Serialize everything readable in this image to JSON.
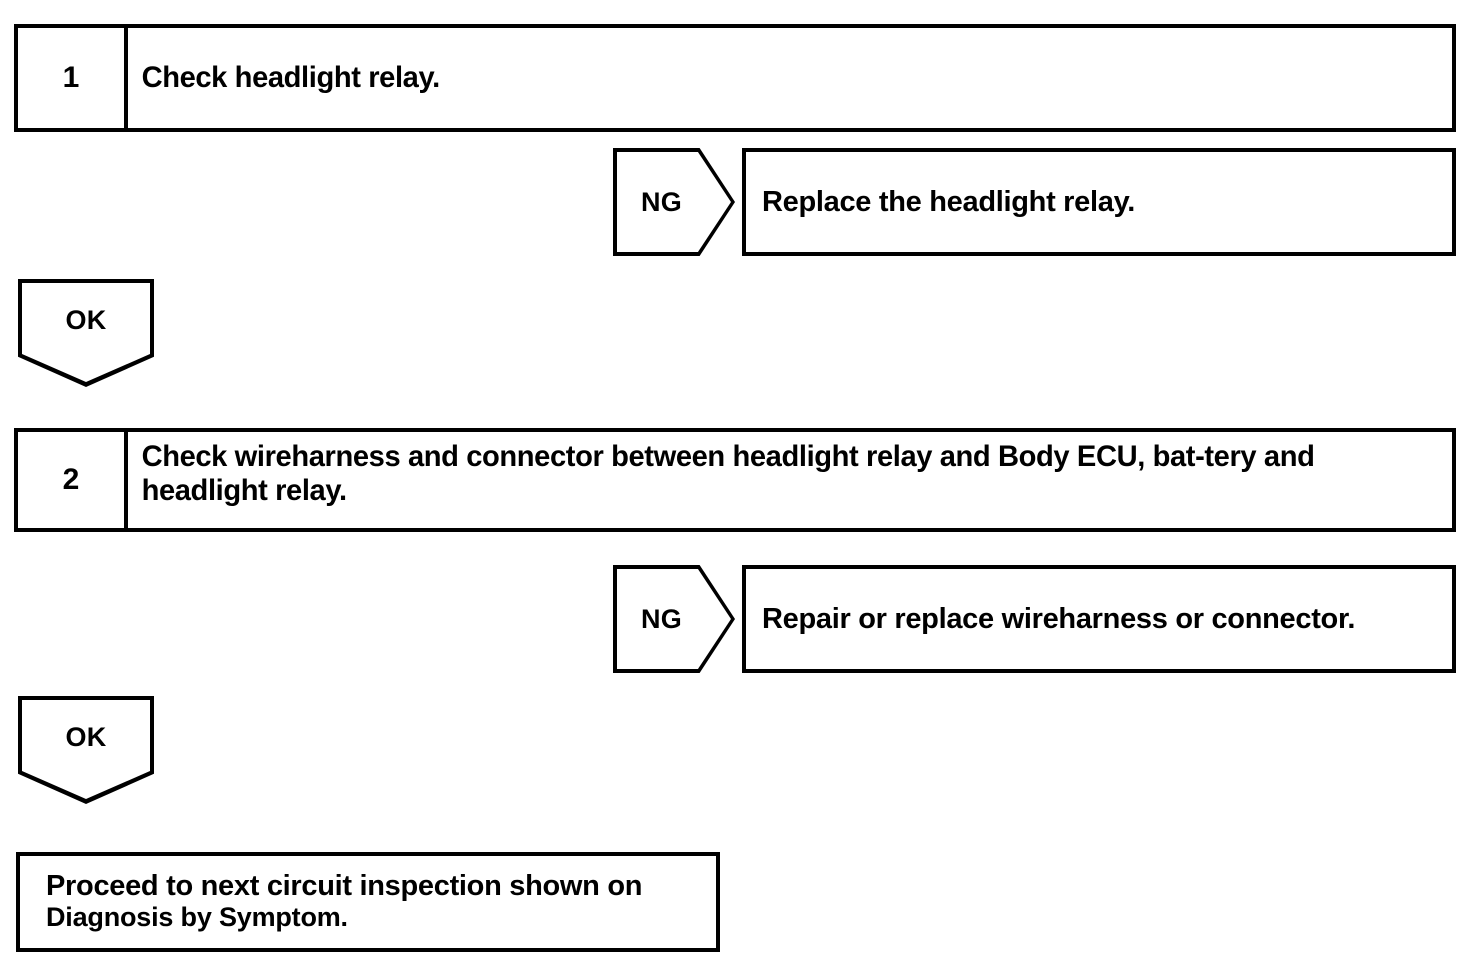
{
  "document": {
    "type": "troubleshooting-flowchart",
    "title": "Headlight relay circuit inspection procedure"
  },
  "colors": {
    "ink": "#000000",
    "paper": "#ffffff"
  },
  "steps": [
    {
      "number": "1",
      "text": "Check headlight relay."
    },
    {
      "number": "2",
      "text": "Check wireharness and connector between headlight relay and Body ECU, bat-tery and headlight relay."
    }
  ],
  "branches": [
    {
      "label": "NG",
      "action": "Replace the headlight relay."
    },
    {
      "label": "NG",
      "action": "Repair or replace wireharness or connector."
    }
  ],
  "ok_tags": [
    {
      "label": "OK"
    },
    {
      "label": "OK"
    }
  ],
  "final": {
    "line1": "Proceed to next circuit inspection shown on",
    "line2": "Diagnosis by Symptom."
  }
}
